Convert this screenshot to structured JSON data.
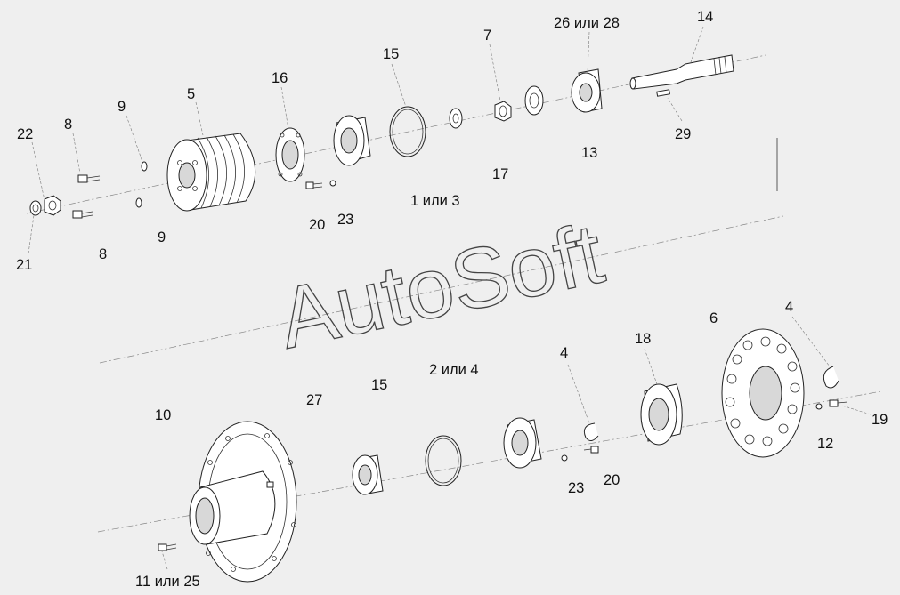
{
  "watermark": "AutoSoft",
  "assembly_labels": {
    "top": "1 или 3",
    "bottom": "2 или 4"
  },
  "callouts": {
    "l22": "22",
    "l8a": "8",
    "l9a": "9",
    "l5": "5",
    "l16": "16",
    "l15a": "15",
    "l7": "7",
    "l26_28": "26 или 28",
    "l14": "14",
    "l29": "29",
    "l13": "13",
    "l17": "17",
    "l20a": "20",
    "l23a": "23",
    "l21": "21",
    "l8b": "8",
    "l9b": "9",
    "l10": "10",
    "l27": "27",
    "l15b": "15",
    "l4a": "4",
    "l18": "18",
    "l6": "6",
    "l4b": "4",
    "l19": "19",
    "l12": "12",
    "l20b": "20",
    "l23b": "23",
    "l11_25": "11 или 25"
  }
}
